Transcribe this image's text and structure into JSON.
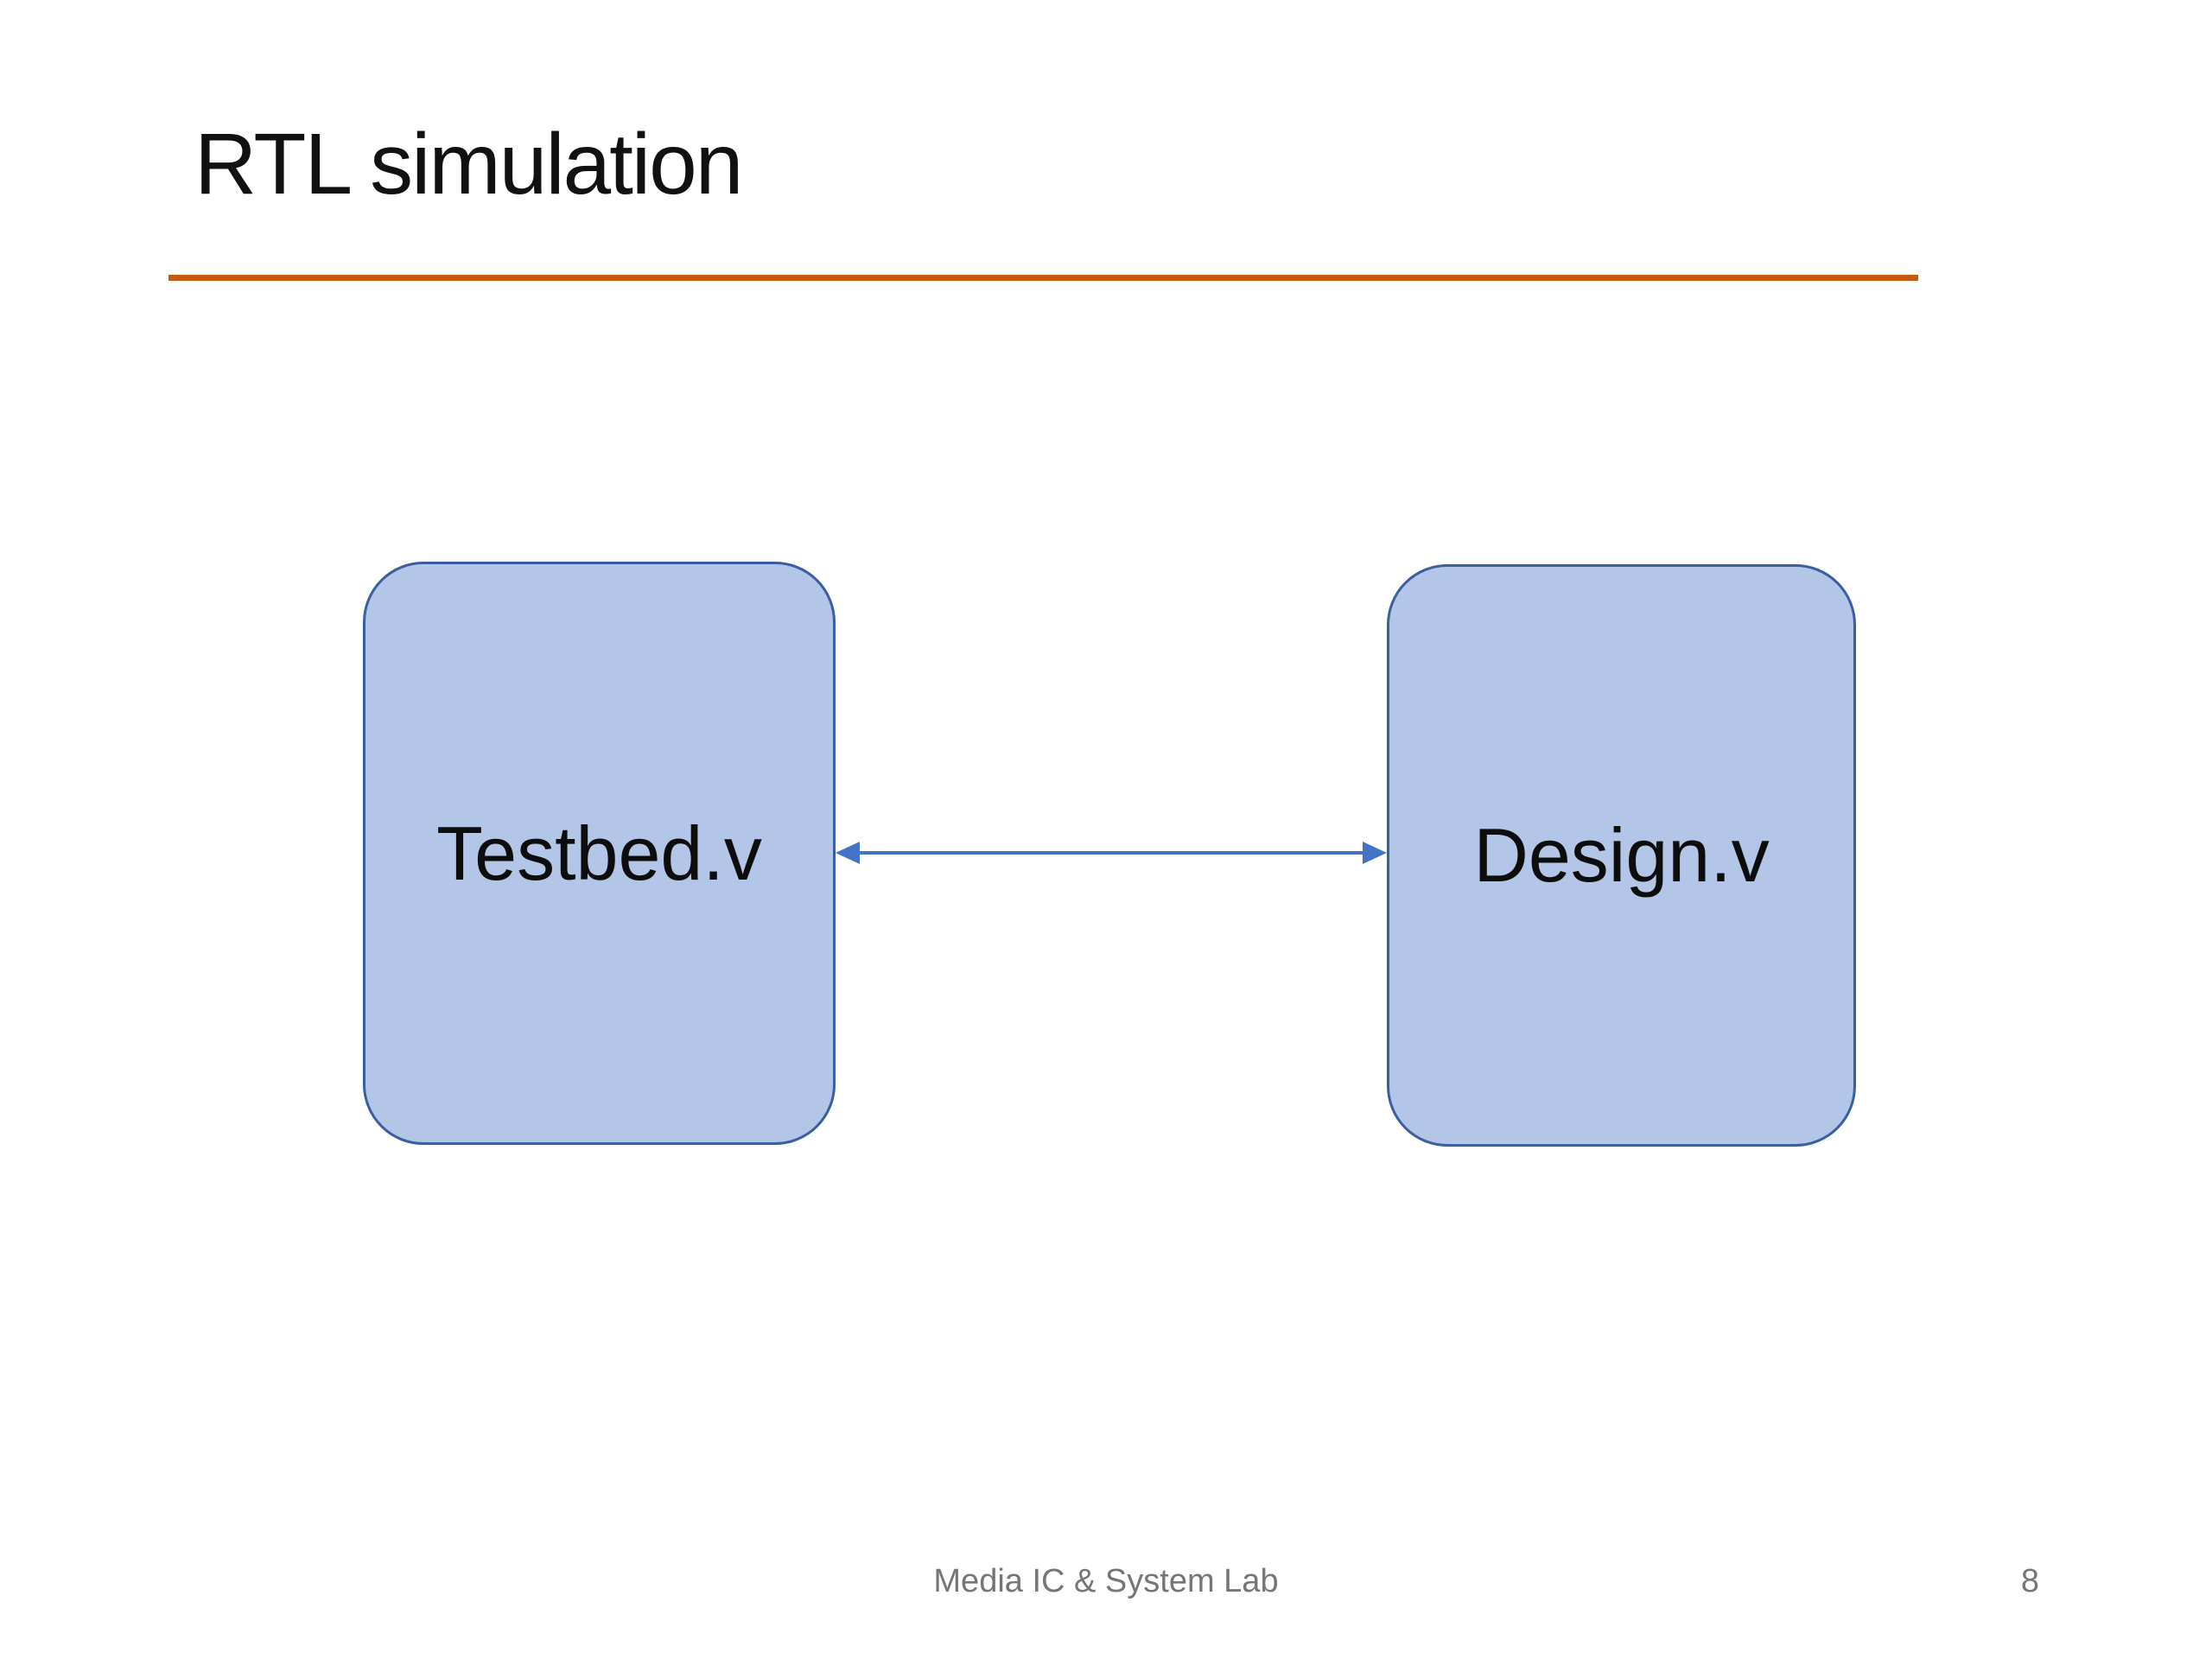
{
  "slide": {
    "title": "RTL simulation",
    "footer": "Media IC & System Lab",
    "page_number": "8"
  },
  "diagram": {
    "boxes": [
      {
        "label": "Testbed.v"
      },
      {
        "label": "Design.v"
      }
    ],
    "connector": {
      "type": "double-headed-arrow",
      "direction": "horizontal"
    }
  },
  "colors": {
    "slide_background": "#ffffff",
    "title_text": "#111111",
    "accent_line": "#c55a11",
    "box_fill": "#b4c6e7",
    "box_border": "#3a5fa0",
    "arrow": "#4472c4",
    "footer_text": "#767676"
  }
}
